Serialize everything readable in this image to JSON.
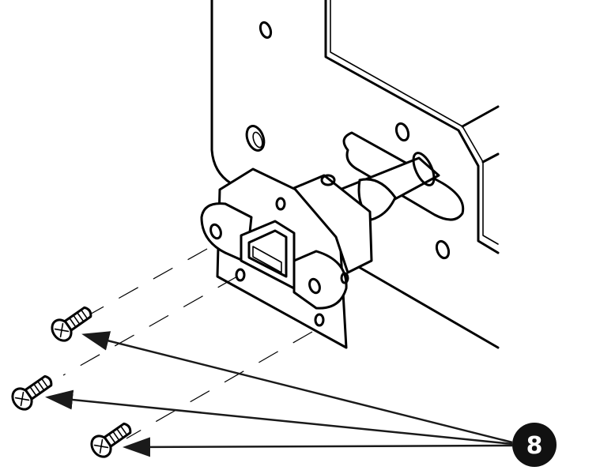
{
  "diagram": {
    "callout": {
      "label": "8",
      "color": "#111111",
      "text_color": "#ffffff"
    },
    "parts": [
      {
        "icon": "mounting-plate"
      },
      {
        "icon": "connector-bracket"
      },
      {
        "icon": "screw-icon"
      }
    ]
  }
}
